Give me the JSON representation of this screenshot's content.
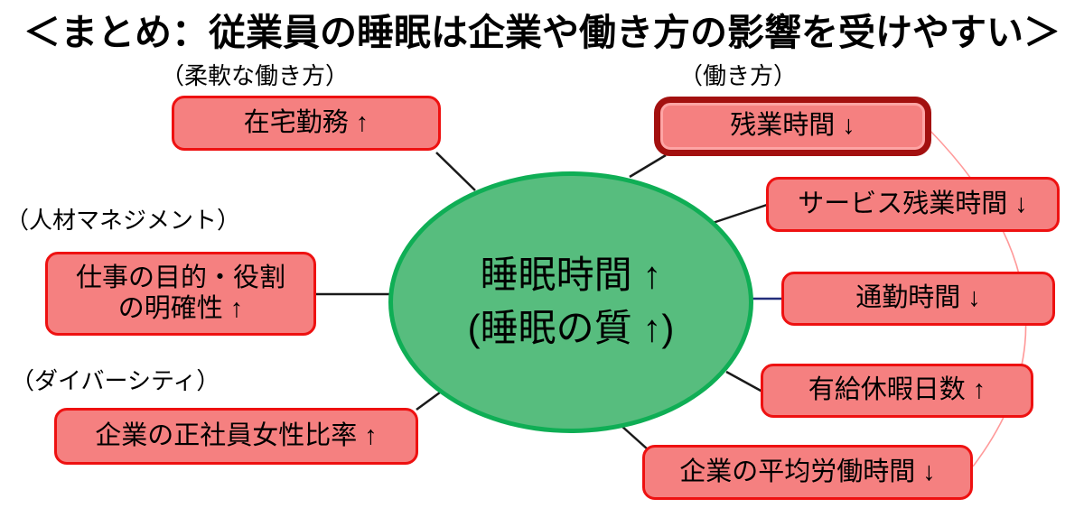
{
  "title": "＜まとめ：従業員の睡眠は企業や働き方の影響を受けやすい＞",
  "center": {
    "line1": "睡眠時間 ↑",
    "line2": "(睡眠の質 ↑)"
  },
  "categories": {
    "flexible_workstyle": "（柔軟な働き方）",
    "workstyle": "（働き方）",
    "hr_management": "（人材マネジメント）",
    "diversity": "（ダイバーシティ）"
  },
  "nodes": {
    "work_from_home": {
      "label": "在宅勤務 ↑"
    },
    "overtime": {
      "label": "残業時間 ↓",
      "emphasized": true
    },
    "unpaid_overtime": {
      "label": "サービス残業時間 ↓"
    },
    "commute_time": {
      "label": "通勤時間 ↓"
    },
    "paid_leave_days": {
      "label": "有給休暇日数 ↑"
    },
    "avg_working_hours": {
      "label": "企業の平均労働時間 ↓"
    },
    "job_clarity": {
      "label_line1": "仕事の目的・役割",
      "label_line2": "の明確性 ↑"
    },
    "female_full_time_ratio": {
      "label": "企業の正社員女性比率 ↑"
    }
  },
  "colors": {
    "node_fill": "#f58080",
    "node_border": "#ee1111",
    "emphasis_border": "#a3100f",
    "emphasis_inner": "#fda5a5",
    "ellipse_fill": "#57bd7e",
    "ellipse_border": "#0fae55",
    "connector_black": "#1a1a1a",
    "connector_navy": "#232e7b",
    "connector_arc": "#ff9a9a",
    "text": "#000000",
    "background": "#ffffff"
  }
}
